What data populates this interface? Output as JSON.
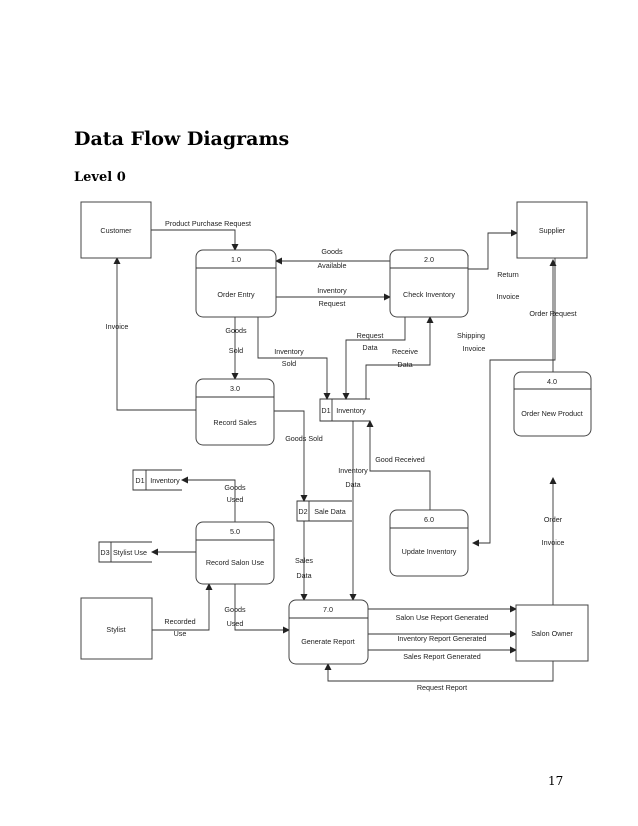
{
  "heading": "Data Flow Diagrams",
  "level": "Level 0",
  "page_number": "17",
  "entities": {
    "customer": "Customer",
    "supplier": "Supplier",
    "stylist": "Stylist",
    "salon_owner": "Salon Owner"
  },
  "processes": {
    "p1": {
      "id": "1.0",
      "name": "Order Entry"
    },
    "p2": {
      "id": "2.0",
      "name": "Check Inventory"
    },
    "p3": {
      "id": "3.0",
      "name": "Record Sales"
    },
    "p4": {
      "id": "4.0",
      "name": "Order New Product"
    },
    "p5": {
      "id": "5.0",
      "name": "Record Salon Use"
    },
    "p6": {
      "id": "6.0",
      "name": "Update Inventory"
    },
    "p7": {
      "id": "7.0",
      "name": "Generate Report"
    }
  },
  "stores": {
    "d1_center": {
      "id": "D1",
      "name": "Inventory"
    },
    "d1_left": {
      "id": "D1",
      "name": "Inventory"
    },
    "d2": {
      "id": "D2",
      "name": "Sale Data"
    },
    "d3": {
      "id": "D3",
      "name": "Stylist Use"
    }
  },
  "flows": {
    "product_purchase_request": "Product Purchase Request",
    "goods": "Goods",
    "available": "Available",
    "inventory": "Inventory",
    "request": "Request",
    "invoice": "Invoice",
    "goods2": "Goods",
    "sold": "Sold",
    "inventory2": "Inventory",
    "sold2": "Sold",
    "request2": "Request",
    "data": "Data",
    "receive": "Receive",
    "data2": "Data",
    "return": "Return",
    "invoice2": "Invoice",
    "shipping": "Shipping",
    "invoice3": "Invoice",
    "order_request": "Order Request",
    "goods_sold": "Goods Sold",
    "goods_received": "Good Received",
    "inventory3": "Inventory",
    "data3": "Data",
    "goods3": "Goods",
    "used": "Used",
    "order": "Order",
    "invoice4": "Invoice",
    "sales": "Sales",
    "data4": "Data",
    "recorded": "Recorded",
    "use": "Use",
    "goods4": "Goods",
    "used2": "Used",
    "salon_use_report": "Salon Use Report Generated",
    "inventory_report": "Inventory Report Generated",
    "sales_report": "Sales Report Generated",
    "request_report": "Request Report"
  }
}
